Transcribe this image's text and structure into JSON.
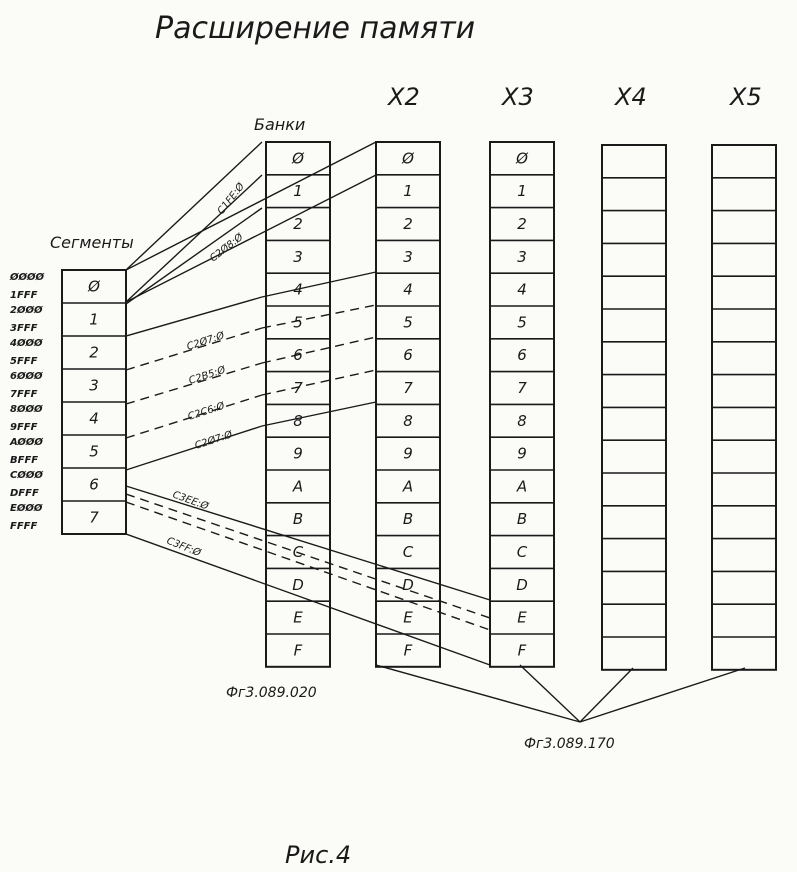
{
  "title": "Расширение памяти",
  "column_headers": {
    "banks": "Банки",
    "x2": "X2",
    "x3": "X3",
    "x4": "X4",
    "x5": "X5"
  },
  "segments_label": "Сегменты",
  "segment_labels": [
    "Ø",
    "1",
    "2",
    "3",
    "4",
    "5",
    "6",
    "7"
  ],
  "segment_addresses": [
    "ØØØØ",
    "1FFF",
    "2ØØØ",
    "3FFF",
    "4ØØØ",
    "5FFF",
    "6ØØØ",
    "7FFF",
    "8ØØØ",
    "9FFF",
    "AØØØ",
    "BFFF",
    "CØØØ",
    "DFFF",
    "EØØØ",
    "FFFF"
  ],
  "bank_cells": [
    "Ø",
    "1",
    "2",
    "3",
    "4",
    "5",
    "6",
    "7",
    "8",
    "9",
    "A",
    "B",
    "C",
    "D",
    "E",
    "F"
  ],
  "x2_cells": [
    "Ø",
    "1",
    "2",
    "3",
    "4",
    "5",
    "6",
    "7",
    "8",
    "9",
    "A",
    "B",
    "C",
    "D",
    "E",
    "F"
  ],
  "x3_cells": [
    "Ø",
    "1",
    "2",
    "3",
    "4",
    "5",
    "6",
    "7",
    "8",
    "9",
    "A",
    "B",
    "C",
    "D",
    "E",
    "F"
  ],
  "x4_cells": [
    "",
    "",
    "",
    "",
    "",
    "",
    "",
    "",
    "",
    "",
    "",
    "",
    "",
    "",
    "",
    ""
  ],
  "x5_cells": [
    "",
    "",
    "",
    "",
    "",
    "",
    "",
    "",
    "",
    "",
    "",
    "",
    "",
    "",
    "",
    ""
  ],
  "connections": [
    "C1FE:Ø",
    "C2Ø8:Ø",
    "C2Ø7:Ø",
    "C2B5:Ø",
    "C2C6:Ø",
    "C2Ø7:Ø",
    "C3EE:Ø",
    "C3FF:Ø"
  ],
  "part_bank": "Фг3.089.020",
  "part_ext": "Фг3.089.170",
  "figure_caption": "Рис.4"
}
